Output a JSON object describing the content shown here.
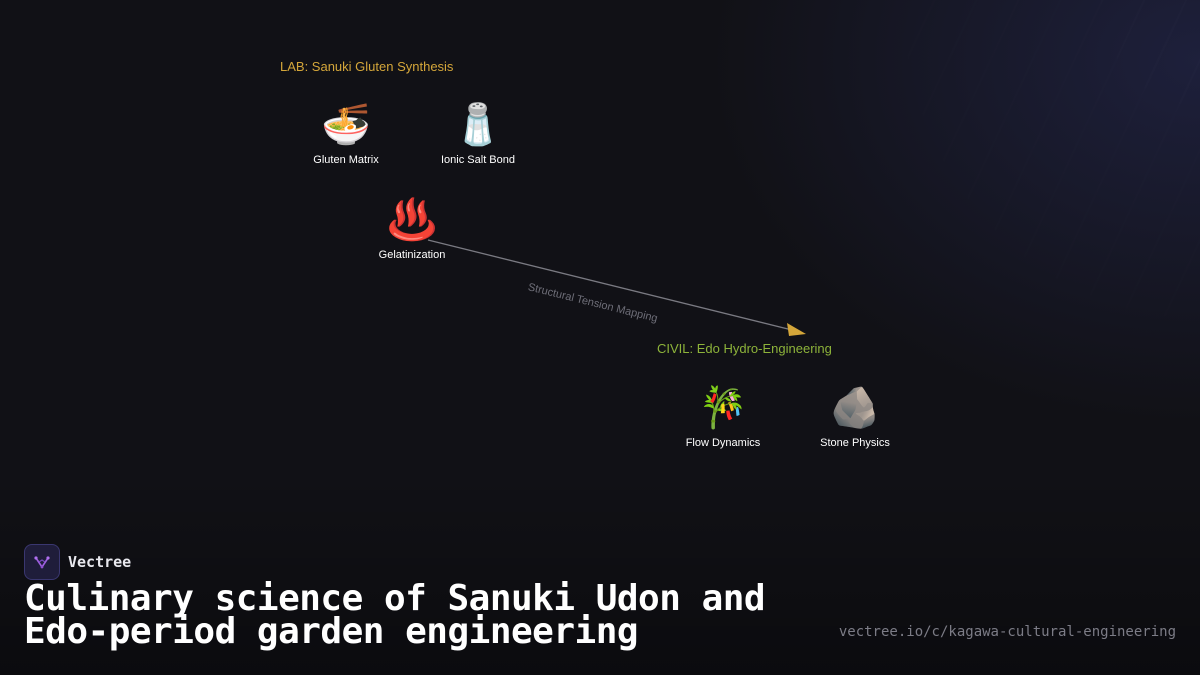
{
  "groups": [
    {
      "id": "lab",
      "label": "LAB: Sanuki Gluten Synthesis",
      "color": "#d4a63a"
    },
    {
      "id": "civil",
      "label": "CIVIL: Edo Hydro-Engineering",
      "color": "#8db33a"
    }
  ],
  "nodes": [
    {
      "id": "gluten-matrix",
      "icon": "🍜",
      "icon_name": "noodle-bowl-icon",
      "label": "Gluten Matrix"
    },
    {
      "id": "ionic-salt-bond",
      "icon": "🧂",
      "icon_name": "salt-shaker-icon",
      "label": "Ionic Salt Bond"
    },
    {
      "id": "gelatinization",
      "icon": "♨️",
      "icon_name": "hot-springs-icon",
      "label": "Gelatinization"
    },
    {
      "id": "flow-dynamics",
      "icon": "🎋",
      "icon_name": "tanabata-tree-icon",
      "label": "Flow Dynamics"
    },
    {
      "id": "stone-physics",
      "icon": "🪨",
      "icon_name": "rock-icon",
      "label": "Stone Physics"
    }
  ],
  "edge": {
    "label": "Structural Tension Mapping",
    "from": "gelatinization",
    "to": "civil",
    "color": "#d4a63a"
  },
  "brand": {
    "name": "Vectree",
    "logo_icon": "vectree-logo-icon",
    "accent": "#a060e0"
  },
  "title": "Culinary science of Sanuki Udon and Edo-period garden engineering",
  "url": "vectree.io/c/kagawa-cultural-engineering"
}
